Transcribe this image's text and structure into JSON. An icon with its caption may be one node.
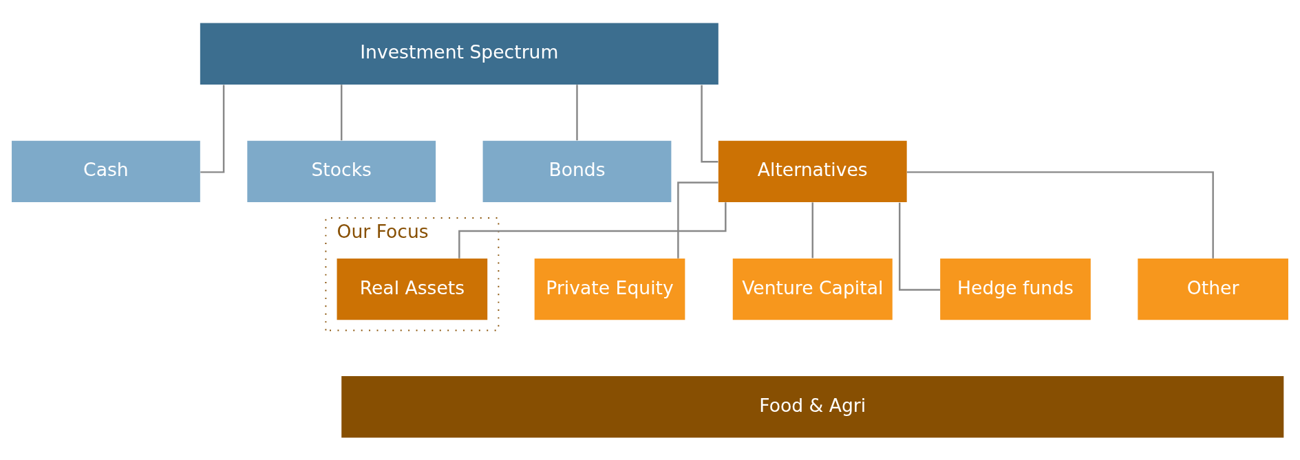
{
  "diagram": {
    "nodes": [
      {
        "text": [
          "Investment Spectrum"
        ]
      },
      {
        "text": [
          "Cash"
        ]
      },
      {
        "text": [
          "Stocks"
        ]
      },
      {
        "text": [
          "Bonds"
        ]
      },
      {
        "text": [
          "Alternatives"
        ]
      },
      {
        "text": [
          "Our Focus"
        ]
      },
      {
        "text": [
          "Real Assets"
        ],
        "in": 5
      },
      {
        "text": [
          "Private Equity"
        ]
      },
      {
        "text": [
          "Venture Capital"
        ]
      },
      {
        "text": [
          "Hedge funds"
        ]
      },
      {
        "text": [
          "Other"
        ]
      },
      {
        "text": [
          "Food & Agri"
        ]
      }
    ],
    "edges": [
      {
        "from": 0,
        "to": 1,
        "arrow": "none"
      },
      {
        "from": 0,
        "to": 2,
        "arrow": "none"
      },
      {
        "from": 0,
        "to": 3,
        "arrow": "none"
      },
      {
        "from": 0,
        "to": 4,
        "arrow": "none"
      },
      {
        "from": 4,
        "to": 6,
        "arrow": "none"
      },
      {
        "from": 4,
        "to": 7,
        "arrow": "none"
      },
      {
        "from": 4,
        "to": 8,
        "arrow": "none"
      },
      {
        "from": 4,
        "to": 9,
        "arrow": "none"
      },
      {
        "from": 4,
        "to": 10,
        "arrow": "none"
      }
    ]
  }
}
